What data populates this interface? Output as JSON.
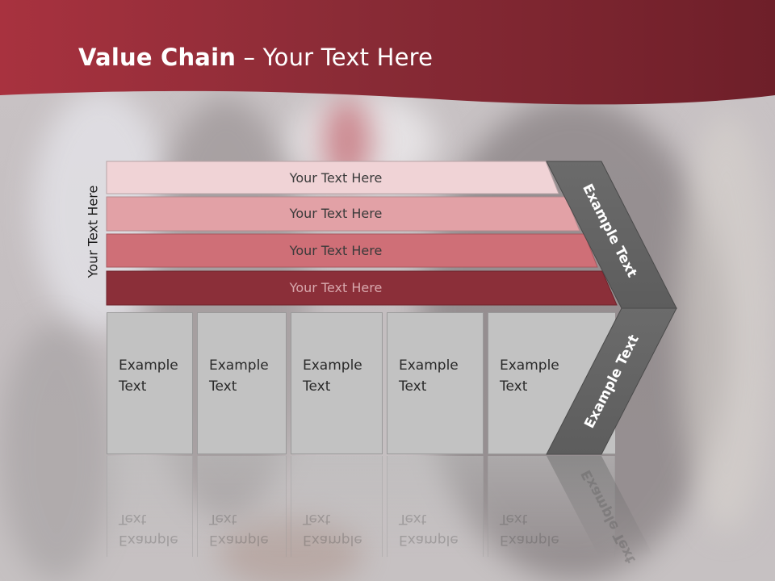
{
  "title": {
    "bold": "Value Chain",
    "rest": " – Your Text Here"
  },
  "side_label": "Your Text Here",
  "bars": [
    {
      "label": "Your Text Here",
      "color": "#f0d3d6"
    },
    {
      "label": "Your Text Here",
      "color": "#e2a1a6"
    },
    {
      "label": "Your Text Here",
      "color": "#cf6f77"
    },
    {
      "label": "Your Text Here",
      "color": "#8b2f39"
    }
  ],
  "boxes": [
    {
      "label": "Example\nText"
    },
    {
      "label": "Example\nText"
    },
    {
      "label": "Example\nText"
    },
    {
      "label": "Example\nText"
    },
    {
      "label": "Example\nText"
    }
  ],
  "chevron": {
    "upper_label": "Example Text",
    "lower_label": "Example Text",
    "color": "#656565"
  },
  "colors": {
    "header": "#8e2b38",
    "header_dark": "#6e1e28"
  }
}
